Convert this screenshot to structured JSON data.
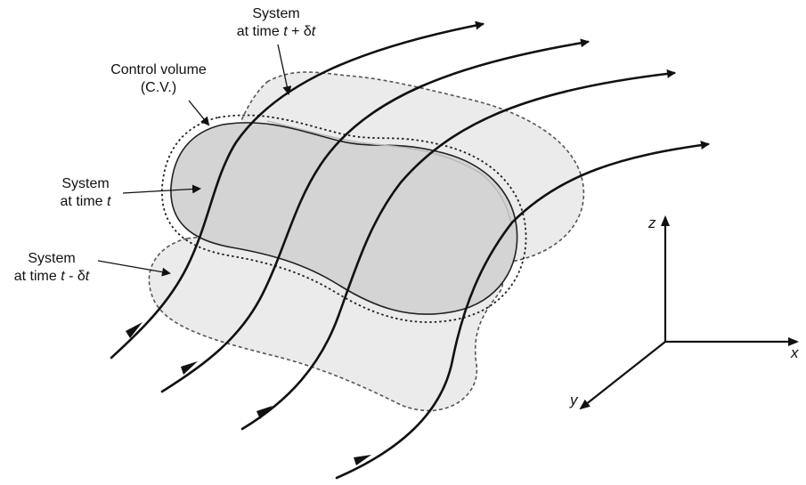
{
  "labels": {
    "system_future_line1": "System",
    "system_future_line2_pre": "at time ",
    "system_future_t": "t",
    "system_future_op": " + δ",
    "system_future_t2": "t",
    "control_volume_line1": "Control volume",
    "control_volume_line2": "(C.V.)",
    "system_now_line1": "System",
    "system_now_line2_pre": "at time ",
    "system_now_t": "t",
    "system_past_line1": "System",
    "system_past_line2_pre": "at time ",
    "system_past_t": "t",
    "system_past_op": " - δ",
    "system_past_t2": "t"
  },
  "axes": {
    "x": "x",
    "y": "y",
    "z": "z"
  },
  "colors": {
    "outline": "#111111",
    "region_light": "#ebebeb",
    "region_mid": "#d4d4d4",
    "dash": "#555555"
  }
}
